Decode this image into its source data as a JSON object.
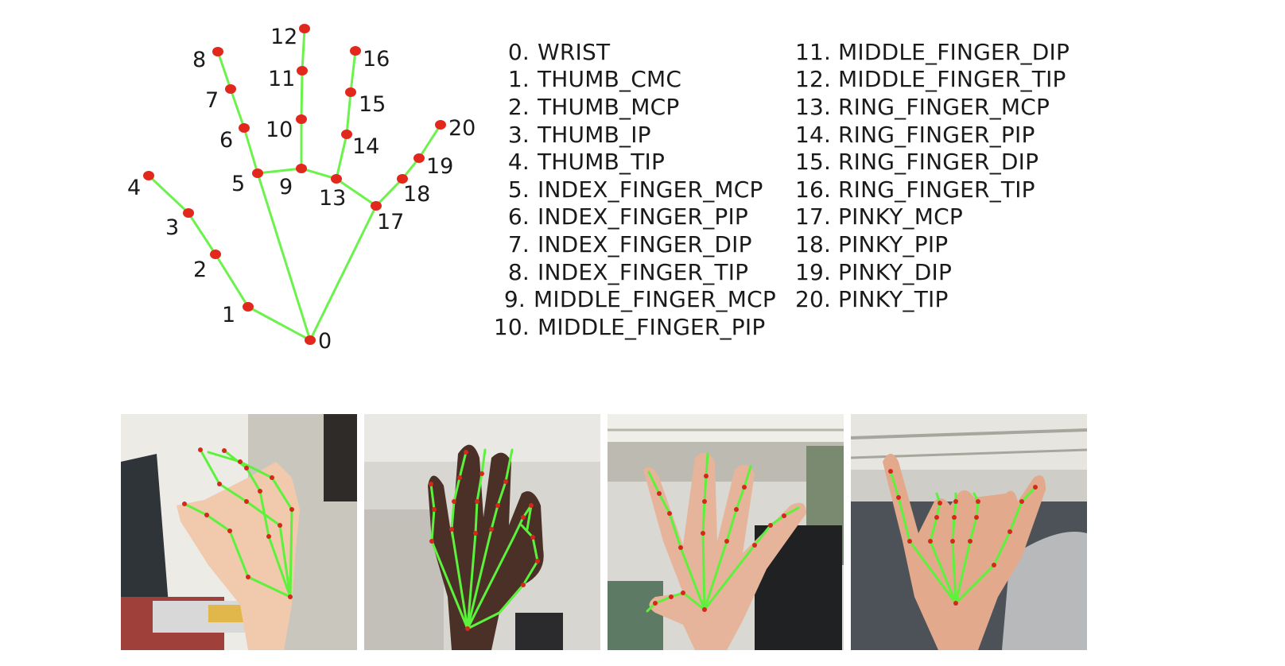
{
  "landmarks": [
    {
      "id": "0",
      "name": "WRIST"
    },
    {
      "id": "1",
      "name": "THUMB_CMC"
    },
    {
      "id": "2",
      "name": "THUMB_MCP"
    },
    {
      "id": "3",
      "name": "THUMB_IP"
    },
    {
      "id": "4",
      "name": "THUMB_TIP"
    },
    {
      "id": "5",
      "name": "INDEX_FINGER_MCP"
    },
    {
      "id": "6",
      "name": "INDEX_FINGER_PIP"
    },
    {
      "id": "7",
      "name": "INDEX_FINGER_DIP"
    },
    {
      "id": "8",
      "name": "INDEX_FINGER_TIP"
    },
    {
      "id": "9",
      "name": "MIDDLE_FINGER_MCP"
    },
    {
      "id": "10",
      "name": "MIDDLE_FINGER_PIP"
    },
    {
      "id": "11",
      "name": "MIDDLE_FINGER_DIP"
    },
    {
      "id": "12",
      "name": "MIDDLE_FINGER_TIP"
    },
    {
      "id": "13",
      "name": "RING_FINGER_MCP"
    },
    {
      "id": "14",
      "name": "RING_FINGER_PIP"
    },
    {
      "id": "15",
      "name": "RING_FINGER_DIP"
    },
    {
      "id": "16",
      "name": "RING_FINGER_TIP"
    },
    {
      "id": "17",
      "name": "PINKY_MCP"
    },
    {
      "id": "18",
      "name": "PINKY_PIP"
    },
    {
      "id": "19",
      "name": "PINKY_DIP"
    },
    {
      "id": "20",
      "name": "PINKY_TIP"
    }
  ],
  "connections": [
    [
      0,
      1
    ],
    [
      1,
      2
    ],
    [
      2,
      3
    ],
    [
      3,
      4
    ],
    [
      0,
      5
    ],
    [
      5,
      6
    ],
    [
      6,
      7
    ],
    [
      7,
      8
    ],
    [
      5,
      9
    ],
    [
      9,
      10
    ],
    [
      10,
      11
    ],
    [
      11,
      12
    ],
    [
      9,
      13
    ],
    [
      13,
      14
    ],
    [
      14,
      15
    ],
    [
      15,
      16
    ],
    [
      13,
      17
    ],
    [
      0,
      17
    ],
    [
      17,
      18
    ],
    [
      18,
      19
    ],
    [
      19,
      20
    ]
  ],
  "colors": {
    "connection": "#6cf24c",
    "landmark": "#e2281c"
  },
  "photos": [
    {
      "label": "hand-photo-side-view"
    },
    {
      "label": "hand-photo-ok-gesture"
    },
    {
      "label": "hand-photo-open-palm"
    },
    {
      "label": "hand-photo-rock-gesture"
    }
  ]
}
